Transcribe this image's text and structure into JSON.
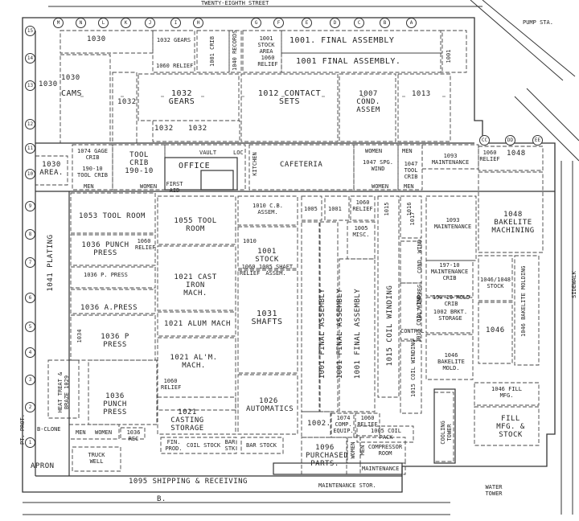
{
  "street": "TWENTY-EIGHTH STREET",
  "pump_station": "PUMP STA.",
  "sidewalk": "SIDEWALK",
  "apron": "APRON",
  "water_tower": "WATER TOWER",
  "column_letters": [
    "M",
    "N",
    "L",
    "K",
    "J",
    "I",
    "H",
    "G",
    "F",
    "E",
    "D",
    "C",
    "B",
    "A"
  ],
  "column_letters_right": [
    "CC",
    "DD",
    "EE"
  ],
  "row_numbers": [
    "15",
    "14",
    "13",
    "12",
    "11",
    "10",
    "9",
    "8",
    "7",
    "6",
    "5",
    "4",
    "3",
    "2",
    "1"
  ],
  "departments": {
    "d1030_top": "1030",
    "d1030_cams_num": "1030",
    "d1030_cams": "CAMS",
    "d1030_area": "1030 AREA.",
    "d1032_gears_top": "1032 GEARS",
    "d1060_relief_1": "1060 RELIEF",
    "d1001_crib": "1001 CRIB",
    "d1040_records": "1040 RECORDS",
    "d1001_stock_area": "1001 STOCK AREA",
    "d1060_relief_2": "1060 RELIEF",
    "final_assembly_1": "1001. FINAL ASSEMBLY",
    "final_assembly_2": "1001 FINAL ASSEMBLY.",
    "d1001_right": "1001",
    "d1030_left": "1030",
    "d1032_gears": "1032 GEARS",
    "d1032_a": "1032",
    "d1032_b": "1032",
    "d1032_c": "1032",
    "contact_sets": "1012 CONTACT SETS",
    "cond_assem": "1007 COND. ASSEM",
    "d1013": "1013",
    "gage_crib": "1074 GAGE CRIB",
    "tool_crib_small": "190-10 TOOL CRIB",
    "men_1": "MEN",
    "tool_crib": "TOOL CRIB 190-10",
    "office": "OFFICE",
    "vault": "VAULT",
    "loc": "LOC",
    "women_1": "WOMEN",
    "first_aid": "FIRST AID",
    "kitchen": "KITCHEN",
    "cafeteria": "CAFETERIA",
    "women_2": "WOMEN",
    "men_2": "MEN",
    "spg_wind": "1047 SPG. WIND",
    "tool_crib_1047": "1047 TOOL CRIB",
    "women_3": "WOMEN",
    "men_3": "MEN",
    "maintenance_1093": "1093 MAINTENANCE",
    "relief_1060": "1060 RELIEF",
    "d1048": "1048",
    "tool_room_1053": "1053 TOOL ROOM",
    "tool_room_1055": "1055 TOOL ROOM",
    "cb_assem": "1010 C.B. ASSEM.",
    "d1005_a": "1005",
    "d1001_a": "1001",
    "relief_1060_b": "1060 RELIEF",
    "d1015": "1015",
    "d1016": "1016",
    "d1017": "1017",
    "cond_wind": "COND. WIND",
    "maintenance_1093_b": "1093 MAINTENANCE",
    "bakelite_machining": "1048 BAKELITE MACHINING",
    "punch_press_1036": "1036 PUNCH PRESS",
    "relief_1060_c": "1060 RELIEF",
    "stock_1001": "1001 STOCK",
    "d1010": "1010",
    "misc_1005": "1005 MISC.",
    "maintenance_crib": "197-10 MAINTENANCE CRIB",
    "p_press_1036": "1036 P. PRESS",
    "cast_iron_mach": "1021 CAST IRON MACH.",
    "relief_1060_d": "1060 RELIEF",
    "shaft_assem": "1005 SHAFT ASSEM.",
    "impreg": "1017 IMPREG.",
    "stock_1046": "1046/1048 STOCK",
    "a_press_1036": "1036 A.PRESS",
    "alum_mach": "1021 ALUM MACH",
    "shafts": "1031 SHAFTS",
    "coil_wind_1017": "1017 COIL WIND.",
    "mold_crib": "190-10 MOLD CRIB",
    "bakelite_molding": "1046 BAKELITE MOLDING",
    "storage_1002": "1002 BRKT. STORAGE",
    "d1034": "1034",
    "p_press_1036_b": "1036 P PRESS",
    "final_assembly_v1": "1001 FINAL ASSEMBLY",
    "final_assembly_v2": "1001 FINAL ASSEMBLY",
    "final_assembly_v3": "1001 FINAL ASSEMBLY",
    "coil_winding_1015": "1015 COIL WINDING",
    "control": "CONTROL",
    "d1046": "1046",
    "plating": "1041 PLATING",
    "alm_mach": "1021 AL'M. MACH.",
    "bakelite_mold": "1046 BAKELITE MOLD.",
    "heat_treat": "HEAT TREAT & BRAZE 1029",
    "relief_1060_e": "1060 RELIEF",
    "coil_winding_1015_b": "1015 COIL WINDING",
    "fill_mfg_1046": "1046 FILL MFG.",
    "punch_press_1036_b": "1036 PUNCH PRESS",
    "casting_storage": "1021 CASTING STORAGE",
    "automatics": "1026 AUTOMATICS",
    "cooling_tower": "COOLING TOWER",
    "fill_mfg_stock": "FILL MFG. & STOCK",
    "d1002": "1002.",
    "comp_equip": "1074 COMP. EQUIP.",
    "relief_1060_f": "1060 RELIEF",
    "coil_pack": "1005 COIL PACK",
    "b_clone": "B-CLONE",
    "pt_prot": "PT. PROT.",
    "men_4": "MEN",
    "women_4": "WOMEN",
    "rec_1036": "1036 REC",
    "fin_prod": "FIN. PROD.",
    "coil_stock": "COIL STOCK",
    "bar_stk": "BAR STK",
    "bar_stock": "BAR STOCK",
    "purchased_parts": "1096 PURCHASED PARTS.",
    "women_5": "WOMEN",
    "men_5": "MEN",
    "compressor_room": "COMPRESSOR ROOM",
    "truck_well": "TRUCK WELL",
    "maintenance_bottom": "MAINTENANCE",
    "shipping_receiving": "1095 SHIPPING & RECEIVING",
    "maintenance_stor": "MAINTENANCE STOR.",
    "b_label": "B."
  }
}
